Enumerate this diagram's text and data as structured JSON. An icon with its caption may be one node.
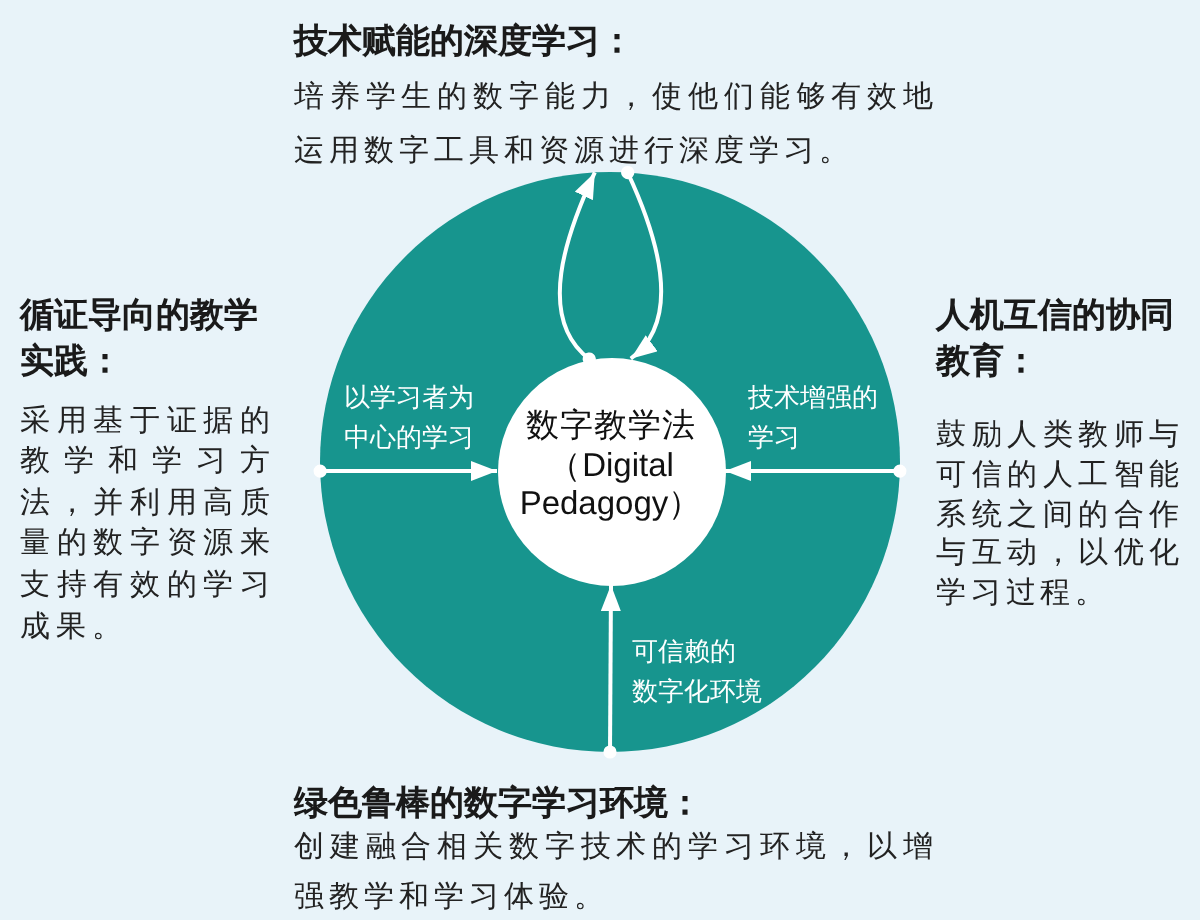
{
  "diagram": {
    "nodes": [
      {
        "text": [
          "技术赋能的深度学习：",
          "培养学生的数字能力，使他们能够有效地运用数字工具和资源进行深度学习。"
        ]
      },
      {
        "text": [
          "循证导向的教学实践：",
          "采用基于证据的教学和学习方法，并利用高质量的数字资源来支持有效的学习成果。"
        ]
      },
      {
        "text": [],
        "shape": "circle"
      },
      {
        "text": [
          "数字教学法（Digital Pedagogy）"
        ],
        "in": 2
      },
      {
        "text": [
          "人机互信的协同教育：",
          "鼓励人类教师与可信的人工智能系统之间的合作与互动，以优化学习过程。"
        ]
      },
      {
        "text": [
          "绿色鲁棒的数字学习环境：",
          "创建融合相关数字技术的学习环境，以增强教学和学习体验。"
        ]
      }
    ],
    "edges": [
      {
        "from": 2,
        "to": 3,
        "arrow": "to",
        "label": "以学习者为中心的学习"
      },
      {
        "from": 2,
        "to": 3,
        "arrow": "to",
        "label": "技术增强的学习"
      },
      {
        "from": 2,
        "to": 3,
        "arrow": "to",
        "label": "可信赖的数字化环境"
      },
      {
        "from": 3,
        "to": 2,
        "arrow": "to"
      },
      {
        "from": 2,
        "to": 3,
        "arrow": "to"
      }
    ]
  }
}
